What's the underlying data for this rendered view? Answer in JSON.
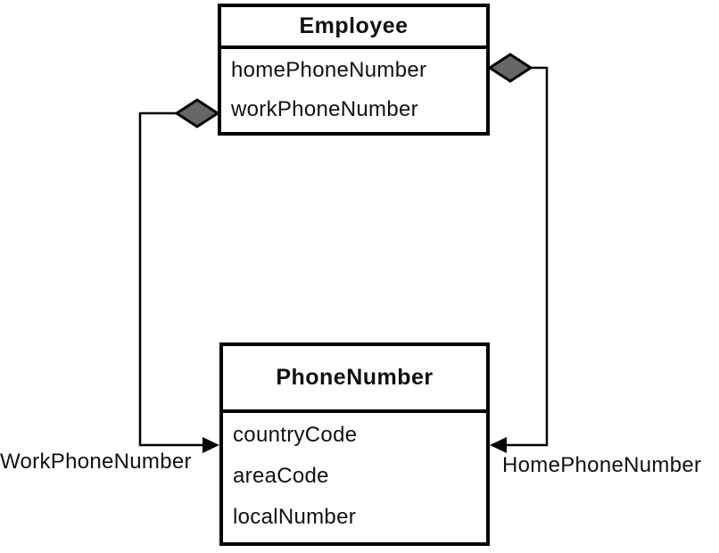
{
  "diagram": {
    "kind": "uml-class-diagram",
    "classes": [
      {
        "name": "Employee",
        "attributes": [
          "homePhoneNumber",
          "workPhoneNumber"
        ]
      },
      {
        "name": "PhoneNumber",
        "attributes": [
          "countryCode",
          "areaCode",
          "localNumber"
        ]
      }
    ],
    "relationships": [
      {
        "label": "WorkPhoneNumber",
        "from": "Employee",
        "to": "PhoneNumber",
        "type": "aggregation",
        "side": "left"
      },
      {
        "label": "HomePhoneNumber",
        "from": "Employee",
        "to": "PhoneNumber",
        "type": "aggregation",
        "side": "right"
      }
    ],
    "colors": {
      "diamond_fill": "#666666",
      "line": "#000000",
      "background": "#ffffff",
      "text": "#111111"
    }
  }
}
